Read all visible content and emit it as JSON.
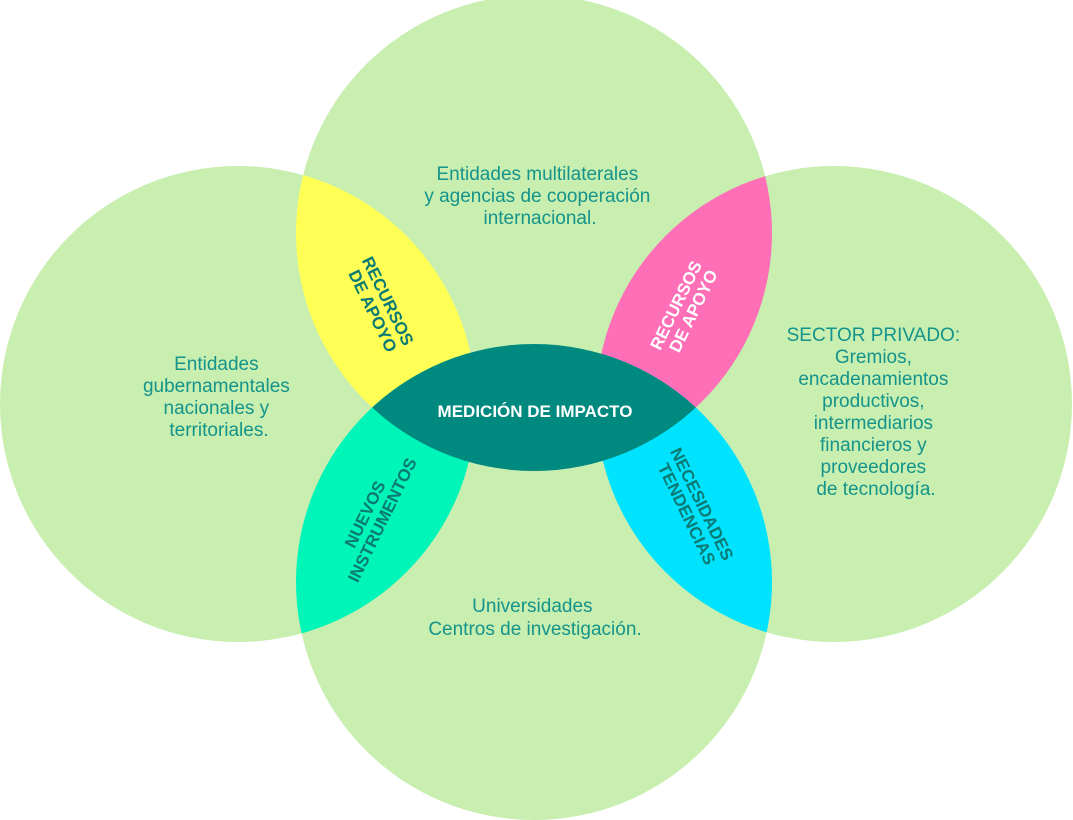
{
  "diagram": {
    "colors": {
      "circle": "#c8eeb0",
      "region_text": "#14948a",
      "center_fill": "#00897f",
      "center_text": "#ffffff",
      "lens_text": "#0b7a73",
      "lens_top_left": "#ffff55",
      "lens_top_right": "#ff6fb8",
      "lens_bottom_left": "#00f5b8",
      "lens_bottom_right": "#00e3ff"
    },
    "center": {
      "label": "MEDICIÓN DE IMPACTO"
    },
    "circles": {
      "top": {
        "lines": [
          "Entidades multilaterales",
          "y agencias de cooperación",
          "internacional."
        ]
      },
      "left": {
        "lines": [
          "Entidades",
          "gubernamentales",
          "nacionales y",
          "territoriales."
        ]
      },
      "right": {
        "lines": [
          "SECTOR PRIVADO:",
          "Gremios,",
          "encadenamientos",
          "productivos,",
          "intermediarios",
          "financieros y",
          "proveedores",
          "de tecnología."
        ]
      },
      "bottom": {
        "lines": [
          "Universidades",
          "Centros de investigación."
        ]
      }
    },
    "lenses": {
      "top_left": {
        "lines": [
          "RECURSOS",
          "DE APOYO"
        ]
      },
      "top_right": {
        "lines": [
          "RECURSOS",
          "DE APOYO"
        ]
      },
      "bottom_left": {
        "lines": [
          "NUEVOS",
          "INSTRUMENTOS"
        ]
      },
      "bottom_right": {
        "lines": [
          "NECESIDADES",
          "TENDENCIAS"
        ]
      }
    }
  }
}
